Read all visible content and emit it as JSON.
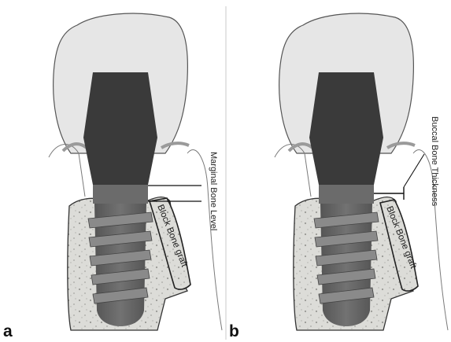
{
  "panels": [
    {
      "letter": "a",
      "graft_label": "Block Bone graft",
      "measure_label": "Marginal Bone Level"
    },
    {
      "letter": "b",
      "graft_label": "Block Bone graft",
      "measure_label": "Buccal Bone Thickness"
    }
  ],
  "colors": {
    "crown": "#e6e6e6",
    "abutment": "#3a3a3a",
    "implant_collar": "#6b6b6b",
    "implant_body": "#606060",
    "thread": "#8a8a8a",
    "bone": "#dcdcd8",
    "gingiva": "#a8a8a8",
    "divider": "#c8c8c8"
  }
}
